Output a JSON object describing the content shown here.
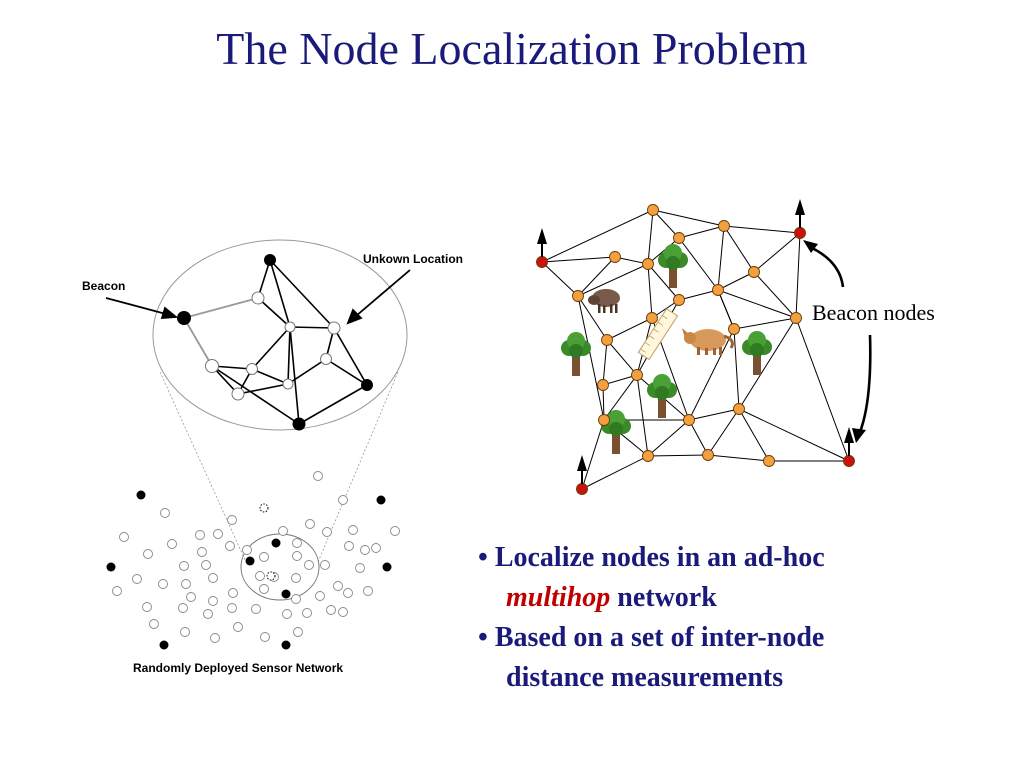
{
  "slide": {
    "title": "The Node Localization Problem"
  },
  "left_diagram": {
    "beacon_label": "Beacon",
    "unknown_label": "Unkown Location",
    "network_caption": "Randomly Deployed Sensor Network"
  },
  "right_diagram": {
    "beacon_nodes_label": "Beacon nodes"
  },
  "bullets": [
    {
      "bullet": "•",
      "before": "Localize nodes in an ad-hoc",
      "emphasis": "multihop",
      "after": " network"
    },
    {
      "bullet": "•",
      "line1": "Based on a set of inter-node",
      "line2": "distance measurements"
    }
  ],
  "colors": {
    "title": "#1a1a7a",
    "bullet_text": "#1a1a7a",
    "emphasis": "#c00000",
    "orange_node": "#f5a040",
    "beacon_node": "#cc1111"
  }
}
